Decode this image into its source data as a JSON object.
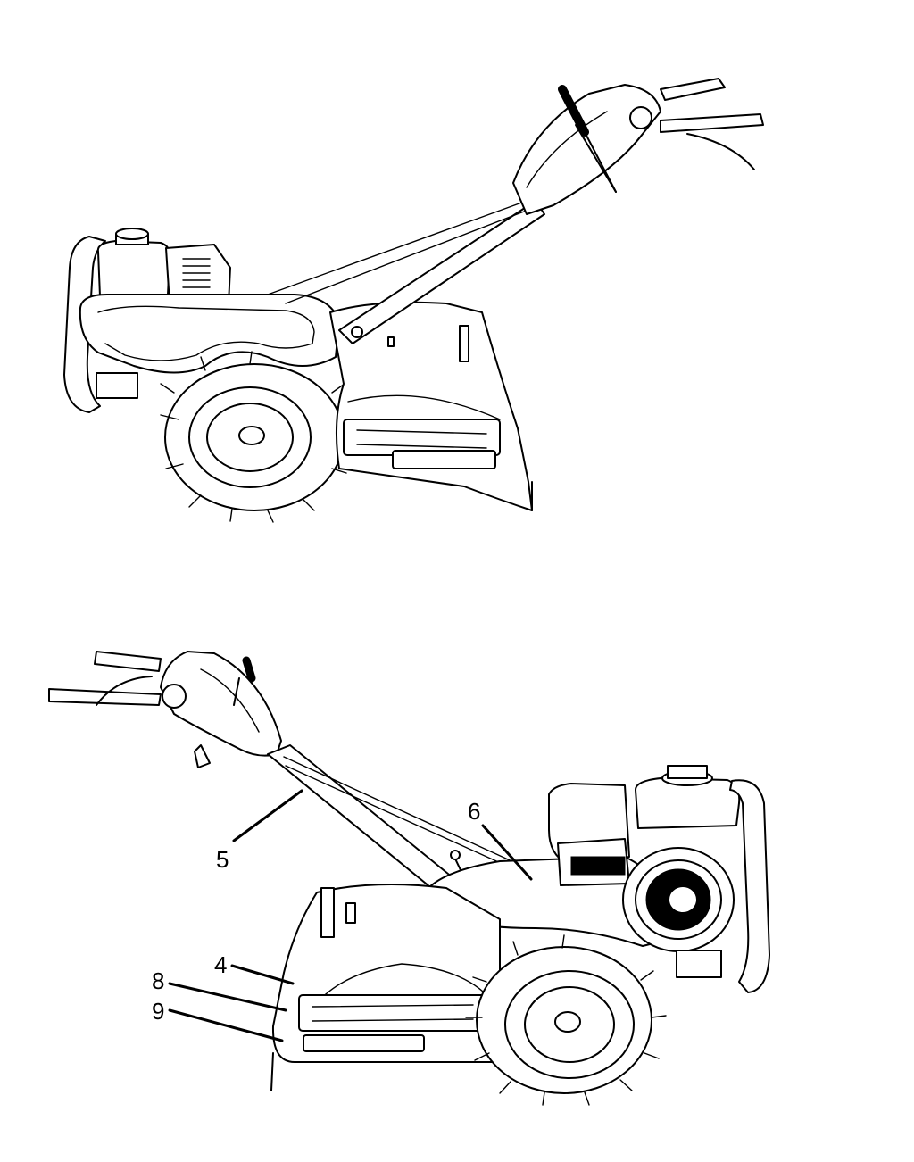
{
  "callouts": [
    {
      "id": "callout-5",
      "label": "5"
    },
    {
      "id": "callout-6",
      "label": "6"
    },
    {
      "id": "callout-4",
      "label": "4"
    },
    {
      "id": "callout-8",
      "label": "8"
    },
    {
      "id": "callout-9",
      "label": "9"
    }
  ]
}
